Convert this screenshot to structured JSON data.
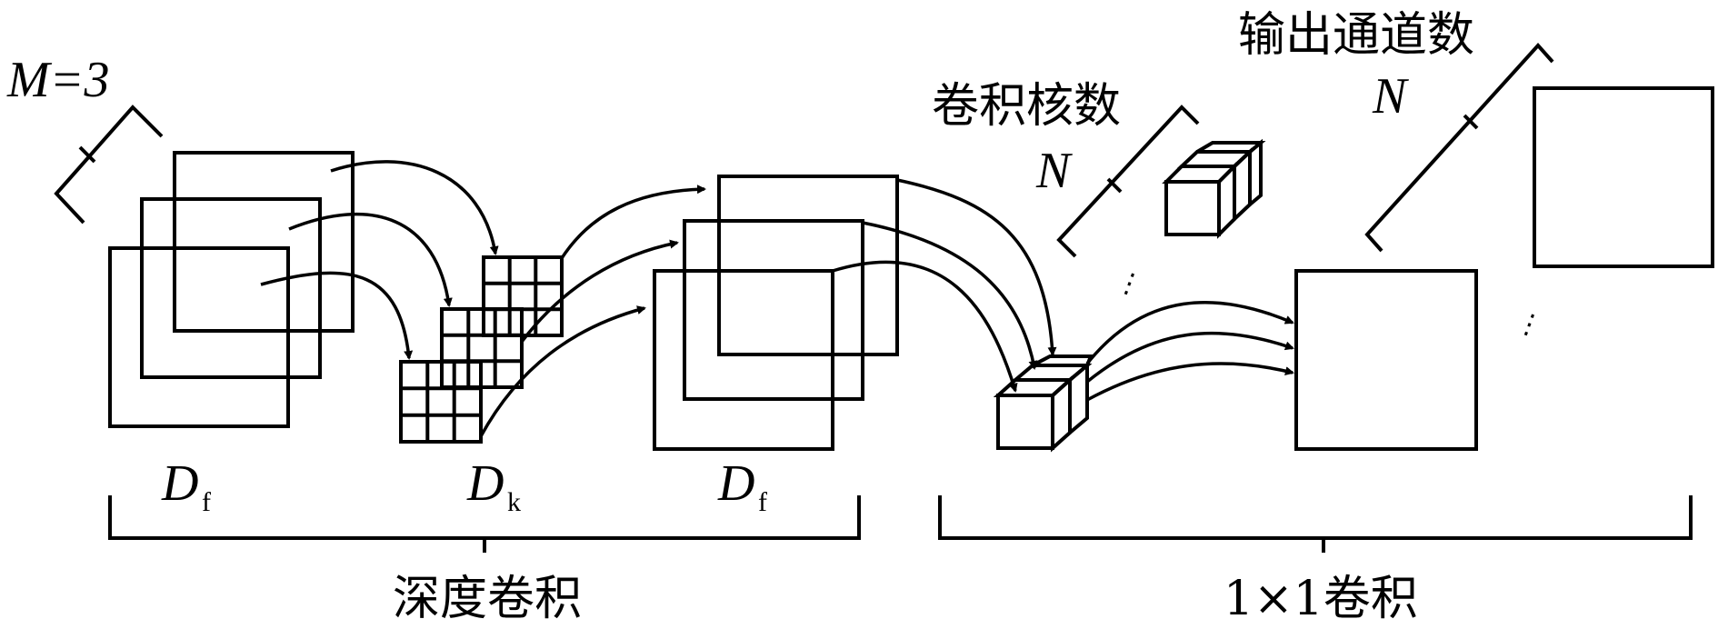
{
  "labels": {
    "m_eq": "M=3",
    "kernel_count": "卷积核数",
    "kernel_n": "N",
    "out_channels": "输出通道数",
    "out_n": "N",
    "df_left": "D",
    "df_left_sub": "f",
    "dk": "D",
    "dk_sub": "k",
    "df_mid": "D",
    "df_mid_sub": "f",
    "depthwise": "深度卷积",
    "pointwise": "1×1卷积",
    "dots_left": "⋮",
    "dots_right": "⋮"
  },
  "colors": {
    "input_blue": "#0070c0",
    "depth_gray": "#a0a0a0",
    "output_light": "#e6e6e6",
    "kernel_white": "#ffffff",
    "stroke": "#000000"
  },
  "icons": {
    "arrowhead": "filled-triangle"
  }
}
